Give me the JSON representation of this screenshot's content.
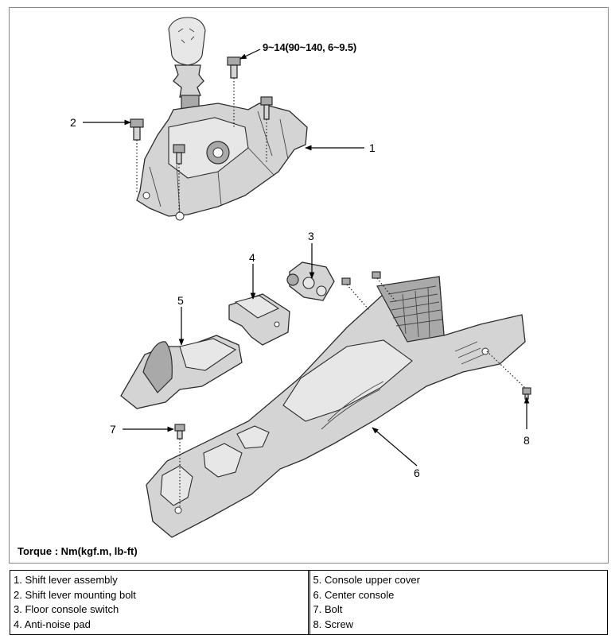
{
  "callouts": {
    "c1": "1",
    "c2": "2",
    "c3": "3",
    "c4": "4",
    "c5": "5",
    "c6": "6",
    "c7": "7",
    "c8": "8"
  },
  "torque_spec": "9~14(90~140, 6~9.5)",
  "torque_note": "Torque : Nm(kgf.m, lb-ft)",
  "legend": {
    "left": [
      "1. Shift lever assembly",
      "2. Shift lever mounting bolt",
      "3. Floor console switch",
      "4. Anti-noise pad"
    ],
    "right": [
      "5. Console upper cover",
      "6. Center console",
      "7. Bolt",
      "8. Screw"
    ]
  }
}
